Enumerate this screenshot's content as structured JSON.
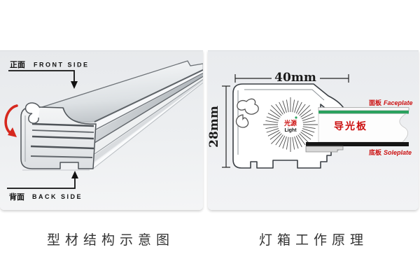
{
  "left_panel": {
    "caption": "型材结构示意图",
    "front_label": {
      "zh": "正面",
      "en": "FRONT SIDE"
    },
    "back_label": {
      "zh": "背面",
      "en": "BACK SIDE"
    }
  },
  "right_panel": {
    "caption": "灯箱工作原理",
    "dimensions": {
      "width": "40mm",
      "height": "28mm"
    },
    "light_source": {
      "zh": "光源",
      "en": "Light"
    },
    "faceplate": {
      "zh": "面板",
      "en": "Faceplate"
    },
    "light_guide": {
      "zh": "导光板"
    },
    "soleplate": {
      "zh": "底板",
      "en": "Soleplate"
    }
  },
  "colors": {
    "arrow_red": "#d6281e",
    "label_red": "#cc1111",
    "faceplate_green": "#2aa15e",
    "soleplate_black": "#151515"
  }
}
